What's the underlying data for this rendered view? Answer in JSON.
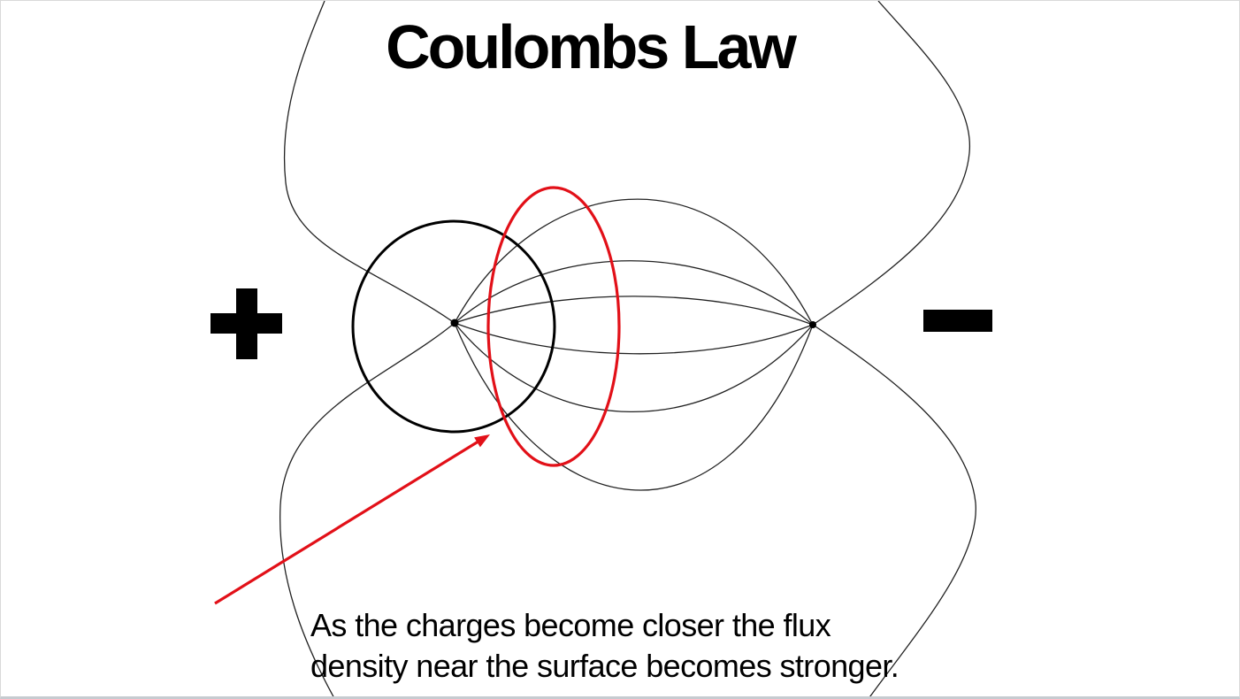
{
  "slide": {
    "title": "Coulombs Law",
    "caption": {
      "line1": "As the charges become closer the flux",
      "line2": "density near the surface becomes stronger."
    },
    "charges": {
      "positive_symbol": "+",
      "negative_symbol": "-"
    },
    "diagram": {
      "type": "electric-dipole-field-lines",
      "elements": [
        "positive point charge on left marked with thick plus sign",
        "negative point charge on right marked with thick minus bar",
        "six curved field lines bulging between the two charges",
        "four outer field lines looping off the top and bottom edges",
        "black circle (gaussian surface) centered on positive charge",
        "red ellipse (flux surface) crossing the field lines right of the positive charge",
        "red annotation arrow pointing from lower left to the flux surface region"
      ],
      "colors": {
        "field_line": "#222222",
        "charge_and_circle": "#000000",
        "highlight_red": "#e21018",
        "bottom_border": "#c6cbd0"
      }
    }
  }
}
